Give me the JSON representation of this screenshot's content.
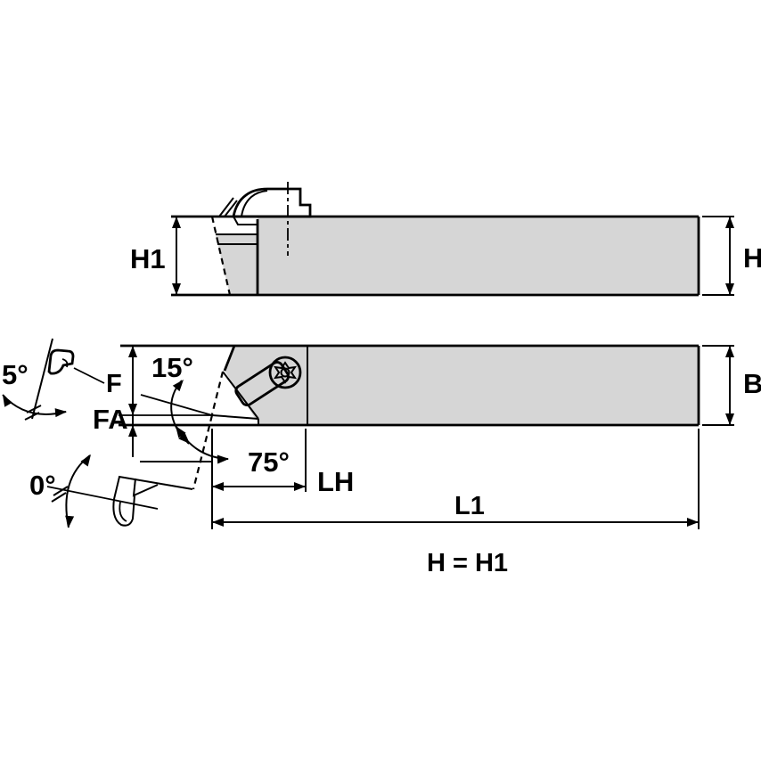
{
  "drawing": {
    "colors": {
      "background": "#ffffff",
      "line": "#000000",
      "body_fill": "#d6d6d6"
    },
    "labels": {
      "head_height": "H1",
      "shank_height": "H",
      "shank_width": "B",
      "f_dimension": "F",
      "fa_dimension": "FA",
      "rake_angle": "15°",
      "lead_angle": "75°",
      "head_length": "LH",
      "overall_length": "L1",
      "side_rake_angle": "5°",
      "inclination_angle": "0°",
      "equation": "H = H1"
    }
  }
}
